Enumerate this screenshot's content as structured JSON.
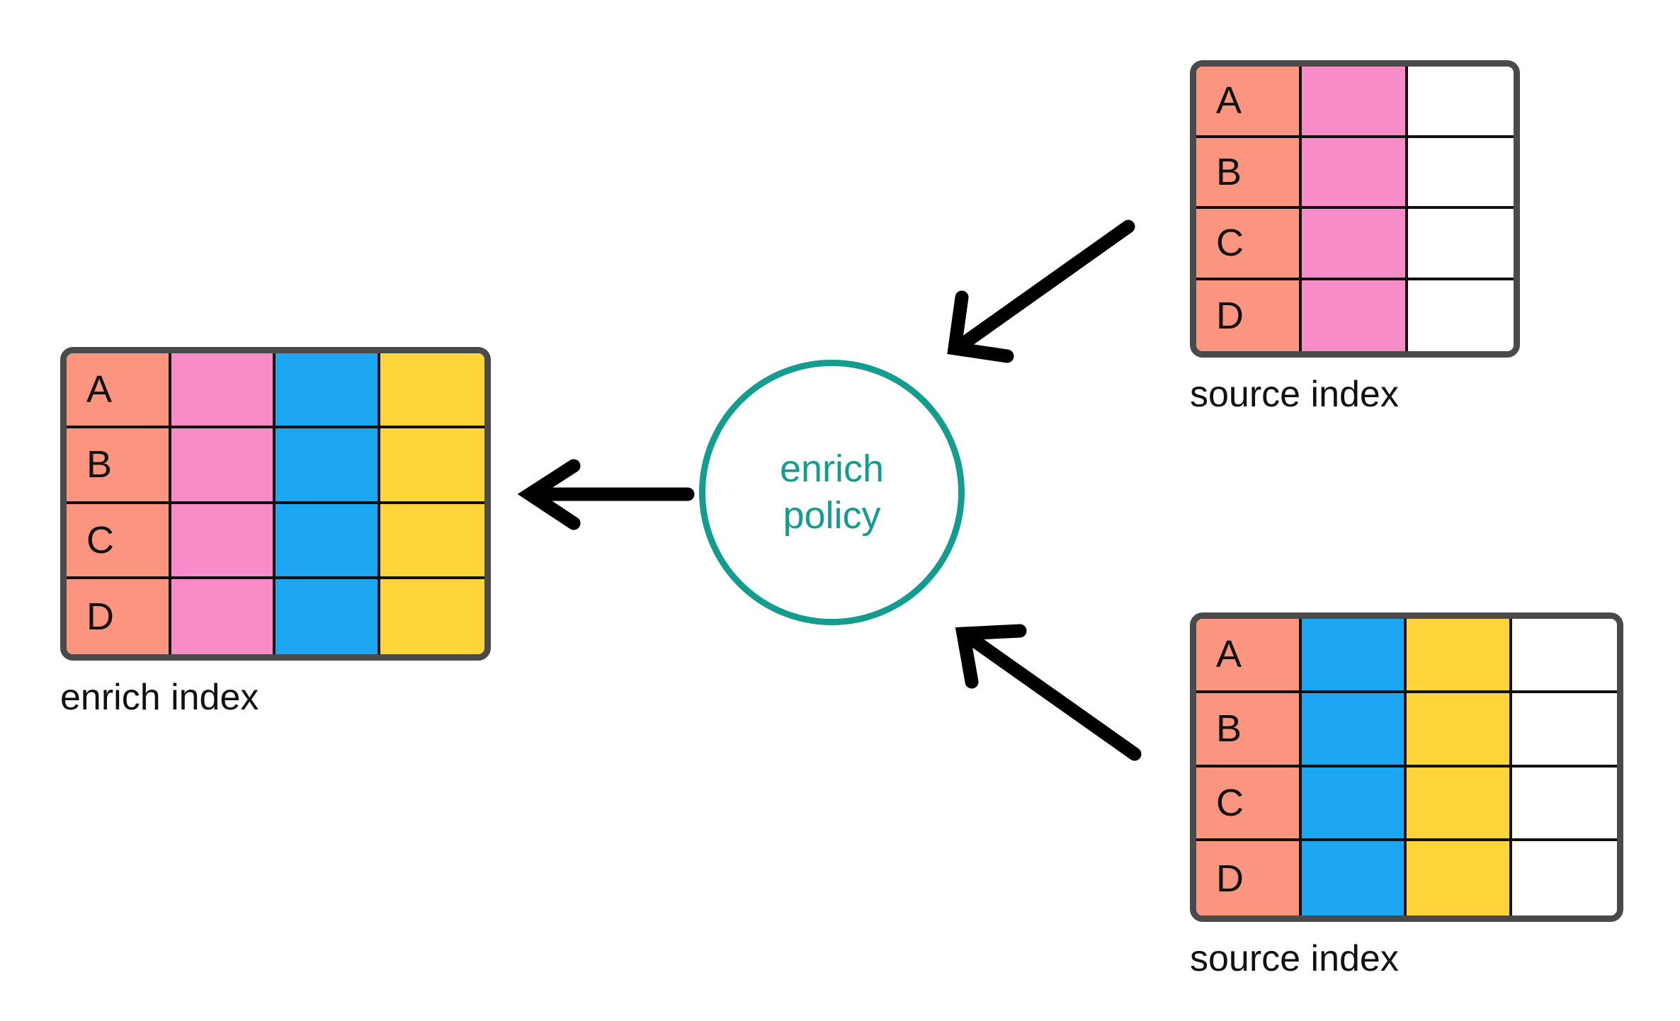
{
  "diagram": {
    "title": "enrich policy diagram",
    "background": "#ffffff"
  },
  "colors": {
    "key_column": "#FB9580",
    "pink_column": "#F78CC8",
    "blue_column": "#1DA6F2",
    "yellow_column": "#FFD539",
    "empty_column": "#ffffff",
    "table_border": "#4a4a4a",
    "cell_border": "#111111",
    "policy_stroke": "#149C8E",
    "policy_text": "#149C8E",
    "arrow": "#000000",
    "text": "#111111"
  },
  "enrich_index": {
    "caption": "enrich index",
    "keys": [
      "A",
      "B",
      "C",
      "D"
    ],
    "columns": [
      {
        "name": "key-column",
        "fill": "#FB9580",
        "has_key_label": true
      },
      {
        "name": "pink-column",
        "fill": "#F78CC8",
        "has_key_label": false
      },
      {
        "name": "blue-column",
        "fill": "#1DA6F2",
        "has_key_label": false
      },
      {
        "name": "yellow-column",
        "fill": "#FFD539",
        "has_key_label": false
      }
    ]
  },
  "source_index_top": {
    "caption": "source index",
    "keys": [
      "A",
      "B",
      "C",
      "D"
    ],
    "columns": [
      {
        "name": "key-column",
        "fill": "#FB9580",
        "has_key_label": true
      },
      {
        "name": "pink-column",
        "fill": "#F78CC8",
        "has_key_label": false
      },
      {
        "name": "empty-column",
        "fill": "#ffffff",
        "has_key_label": false
      }
    ]
  },
  "source_index_bottom": {
    "caption": "source index",
    "keys": [
      "A",
      "B",
      "C",
      "D"
    ],
    "columns": [
      {
        "name": "key-column",
        "fill": "#FB9580",
        "has_key_label": true
      },
      {
        "name": "blue-column",
        "fill": "#1DA6F2",
        "has_key_label": false
      },
      {
        "name": "yellow-column",
        "fill": "#FFD539",
        "has_key_label": false
      },
      {
        "name": "empty-column",
        "fill": "#ffffff",
        "has_key_label": false
      }
    ]
  },
  "policy": {
    "line1": "enrich",
    "line2": "policy"
  },
  "arrows": [
    {
      "name": "arrow-source-top-to-policy",
      "direction": "down-left",
      "from": "source index (top)",
      "to": "enrich policy"
    },
    {
      "name": "arrow-policy-to-enrich-index",
      "direction": "left",
      "from": "enrich policy",
      "to": "enrich index"
    },
    {
      "name": "arrow-source-bottom-to-policy",
      "direction": "up-left",
      "from": "source index (bottom)",
      "to": "enrich policy"
    }
  ]
}
